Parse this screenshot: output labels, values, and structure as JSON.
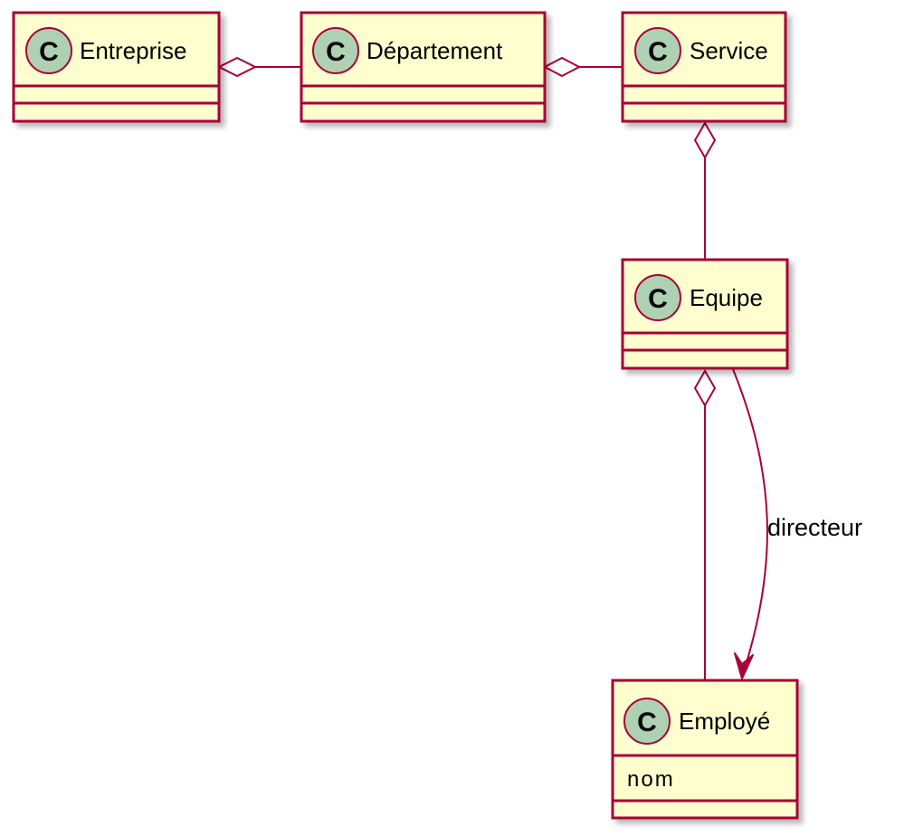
{
  "diagram": {
    "classes": {
      "entreprise": {
        "name": "Entreprise",
        "stereotype_letter": "C",
        "attributes": []
      },
      "departement": {
        "name": "Département",
        "stereotype_letter": "C",
        "attributes": []
      },
      "service": {
        "name": "Service",
        "stereotype_letter": "C",
        "attributes": []
      },
      "equipe": {
        "name": "Equipe",
        "stereotype_letter": "C",
        "attributes": []
      },
      "employe": {
        "name": "Employé",
        "stereotype_letter": "C",
        "attributes": [
          "nom"
        ]
      }
    },
    "relations": [
      {
        "from": "Entreprise",
        "to": "Département",
        "type": "aggregation"
      },
      {
        "from": "Département",
        "to": "Service",
        "type": "aggregation"
      },
      {
        "from": "Service",
        "to": "Equipe",
        "type": "aggregation"
      },
      {
        "from": "Equipe",
        "to": "Employé",
        "type": "aggregation"
      },
      {
        "from": "Equipe",
        "to": "Employé",
        "type": "association",
        "label": "directeur"
      }
    ],
    "colors": {
      "class_fill": "#FEFECE",
      "border": "#A80036",
      "circle_fill": "#ADD1B2",
      "shadow": "#BBBBBB"
    }
  }
}
